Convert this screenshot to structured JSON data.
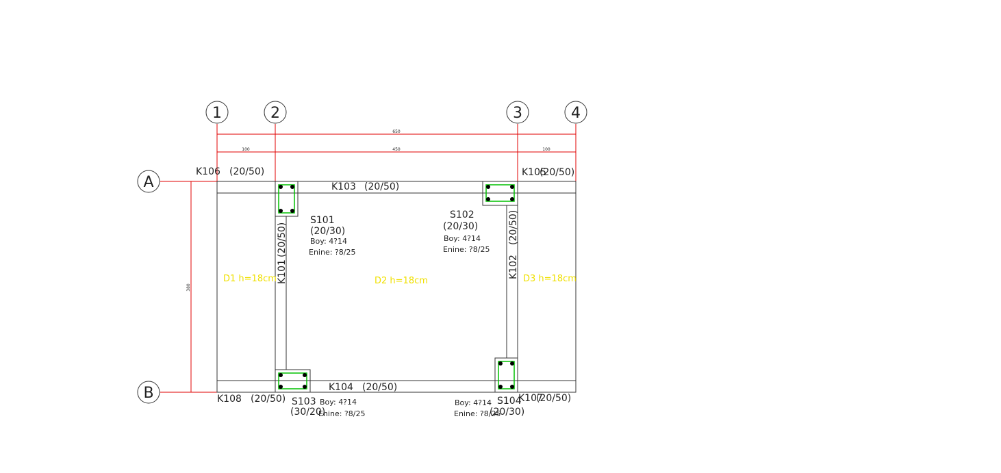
{
  "axes": {
    "vertical": [
      "1",
      "2",
      "3",
      "4"
    ],
    "horizontal": [
      "A",
      "B"
    ]
  },
  "dimensions": {
    "total": "650",
    "left_span": "100",
    "middle_span": "450",
    "right_span": "100",
    "height": "380"
  },
  "beams": {
    "k103": "K103",
    "k103_size": "(20/50)",
    "k104": "K104",
    "k104_size": "(20/50)",
    "k106": "K106",
    "k106_size": "(20/50)",
    "k105": "K105",
    "k105_size": "(20/50)",
    "k108": "K108",
    "k108_size": "(20/50)",
    "k107": "K107",
    "k107_size": "(20/50)",
    "k101": "K101",
    "k101_size": "(20/50)",
    "k102": "K102",
    "k102_size": "(20/50)"
  },
  "columns": {
    "s101": {
      "name": "S101",
      "size": "(20/30)",
      "boy": "Boy: 4?14",
      "etriye": "Enine: ?8/25"
    },
    "s102": {
      "name": "S102",
      "size": "(20/30)",
      "boy": "Boy: 4?14",
      "etriye": "Enine: ?8/25"
    },
    "s103": {
      "name": "S103",
      "size": "(30/20)",
      "boy": "Boy: 4?14",
      "etriye": "Enine: ?8/25"
    },
    "s104": {
      "name": "S104",
      "size": "(20/30)",
      "boy": "Boy: 4?14",
      "etriye": "Enine: ?8/25"
    }
  },
  "slabs": {
    "d1": "D1  h=18cm",
    "d2": "D2  h=18cm",
    "d3": "D3  h=18cm"
  },
  "colors": {
    "grid_line": "#e00000",
    "structure_line": "#333333",
    "rebar_stirrup": "#00c000",
    "rebar_bar": "#000000",
    "slab_text": "#f0e000"
  }
}
